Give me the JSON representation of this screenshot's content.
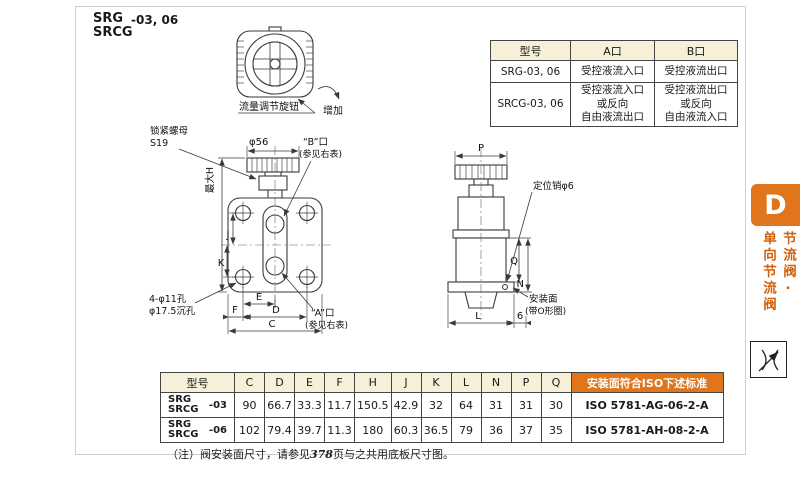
{
  "colors": {
    "accent_orange": "#e0751c",
    "header_cream": "#f6f0d8",
    "tab_text_orange": "#d2600a"
  },
  "title": {
    "line1": "SRG",
    "line2": "SRCG",
    "suffix": "-03, 06"
  },
  "knob_view": {
    "label": "流量调节旋钮",
    "increase_label": "增加"
  },
  "port_table": {
    "col_model": "型号",
    "col_a": "A口",
    "col_b": "B口",
    "rows": [
      {
        "model": "SRG-03, 06",
        "a": "受控液流入口",
        "b": "受控液流出口"
      },
      {
        "model": "SRCG-03, 06",
        "a": "受控液流入口\n或反向\n自由液流出口",
        "b": "受控液流出口\n或反向\n自由液流入口"
      }
    ]
  },
  "front_view": {
    "lock_nut": "锁紧螺母",
    "lock_nut_size": "S19",
    "knob_dia": "φ56",
    "port_b": "“B”口",
    "port_b_ref": "(参见右表)",
    "max_h": "最大H",
    "dim_j": "J",
    "dim_k": "K",
    "holes_line1": "4-φ11孔",
    "holes_line2": "φ17.5沉孔",
    "dim_e": "E",
    "dim_f": "F",
    "dim_d": "D",
    "dim_c": "C",
    "port_a": "“A”口",
    "port_a_ref": "(参见右表)"
  },
  "side_view": {
    "dim_p": "P",
    "pin": "定位销φ6",
    "mount": "安装面",
    "mount_note": "(带O形圈)",
    "dim_q": "Q",
    "dim_n": "N",
    "dim_l": "L",
    "dim_6": "6"
  },
  "side_tab": {
    "letter": "D",
    "category_left": "单向节流阀",
    "category_right": "节流阀·"
  },
  "dim_table": {
    "col_model": "型号",
    "cols": [
      "C",
      "D",
      "E",
      "F",
      "H",
      "J",
      "K",
      "L",
      "N",
      "P",
      "Q"
    ],
    "iso_header": "安装面符合ISO下述标准",
    "rows": [
      {
        "series1": "SRG",
        "series2": "SRCG",
        "size": "-03",
        "values": [
          "90",
          "66.7",
          "33.3",
          "11.7",
          "150.5",
          "42.9",
          "32",
          "64",
          "31",
          "31",
          "30"
        ],
        "iso": "ISO 5781-AG-06-2-A"
      },
      {
        "series1": "SRG",
        "series2": "SRCG",
        "size": "-06",
        "values": [
          "102",
          "79.4",
          "39.7",
          "11.3",
          "180",
          "60.3",
          "36.5",
          "79",
          "36",
          "37",
          "35"
        ],
        "iso": "ISO 5781-AH-08-2-A"
      }
    ]
  },
  "note": {
    "prefix": "（注）阀安装面尺寸，请参见",
    "page": "378",
    "suffix": "页与之共用底板尺寸图。"
  }
}
